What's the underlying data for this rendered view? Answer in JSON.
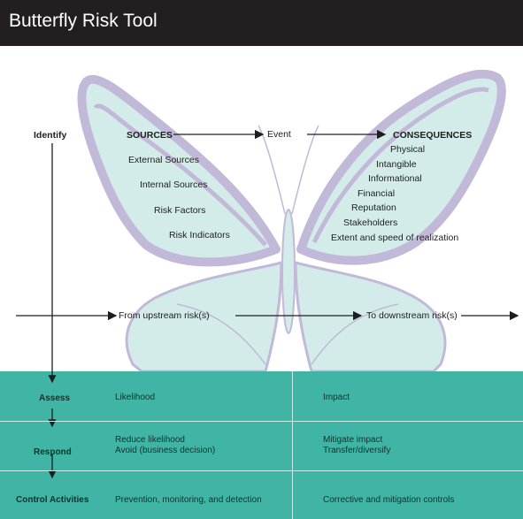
{
  "header": {
    "title": "Butterfly Risk Tool"
  },
  "diagram": {
    "identify": "Identify",
    "sources": {
      "title": "SOURCES",
      "items": [
        "External Sources",
        "Internal Sources",
        "Risk Factors",
        "Risk Indicators"
      ]
    },
    "event": "Event",
    "consequences": {
      "title": "CONSEQUENCES",
      "items": [
        "Physical",
        "Intangible",
        "Informational",
        "Financial",
        "Reputation",
        "Stakeholders",
        "Extent and speed of realization"
      ]
    },
    "upstream": "From upstream risk(s)",
    "downstream": "To downstream risk(s)"
  },
  "table": {
    "rows": [
      {
        "label": "Assess",
        "left": [
          "Likelihood"
        ],
        "right": [
          "Impact"
        ]
      },
      {
        "label": "Respond",
        "left": [
          "Reduce likelihood",
          "Avoid (business decision)"
        ],
        "right": [
          "Mitigate impact",
          "Transfer/diversify"
        ]
      },
      {
        "label": "Control Activities",
        "left": [
          "Prevention, monitoring, and detection"
        ],
        "right": [
          "Corrective and mitigation controls"
        ]
      }
    ]
  },
  "colors": {
    "title_bar": "#231f20",
    "wing_fill": "#d3ece9",
    "wing_outline": "#c2b8d8",
    "table_fill": "#40b5a5"
  }
}
